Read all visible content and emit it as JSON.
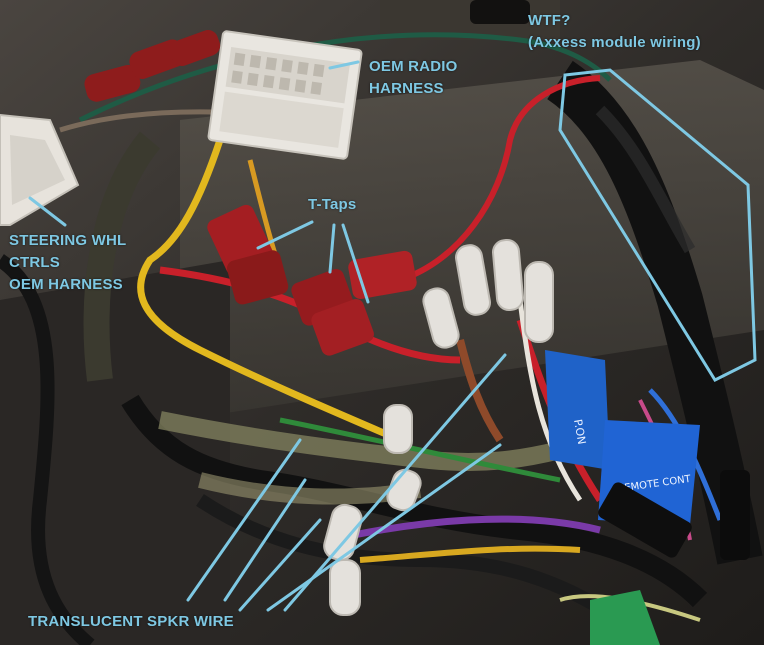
{
  "annotations": {
    "wtf": {
      "line1": "WTF?",
      "line2": "(Axxess module wiring)"
    },
    "oem_radio": {
      "line1": "OEM RADIO",
      "line2": "HARNESS"
    },
    "t_taps": {
      "text": "T-Taps"
    },
    "steering": {
      "line1": "STEERING WHL",
      "line2": "CTRLS",
      "line3": "OEM HARNESS"
    },
    "speaker": {
      "text": "TRANSLUCENT SPKR WIRE"
    }
  },
  "photo_text": {
    "sticker": "REMOTE CONT",
    "box": "P.ON"
  },
  "colors": {
    "annotation": "#7ec8e3",
    "wire_red": "#c8202a",
    "wire_yellow": "#e2b81e",
    "wire_green": "#2f8a3a",
    "wire_purple": "#7a3aa8",
    "wire_black": "#141414",
    "tap_red": "#8e1c1c",
    "blue_sticker": "#1f62c8"
  }
}
